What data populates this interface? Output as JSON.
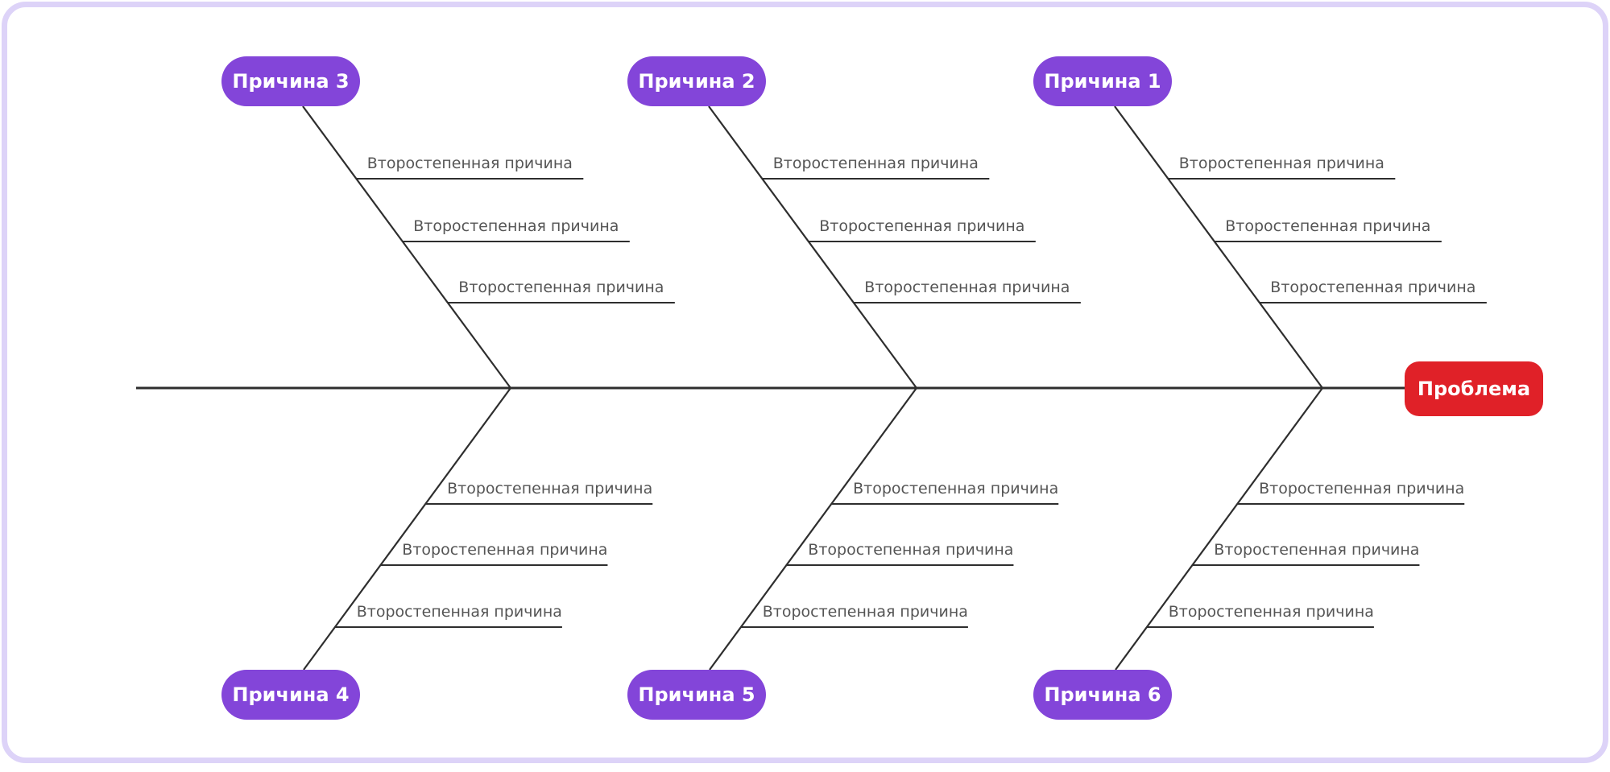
{
  "problem": {
    "label": "Проблема"
  },
  "branches": [
    {
      "label": "Причина 3",
      "row": "top",
      "col": 0,
      "sub_causes": [
        "Второстепенная причина",
        "Второстепенная причина",
        "Второстепенная причина"
      ]
    },
    {
      "label": "Причина 2",
      "row": "top",
      "col": 1,
      "sub_causes": [
        "Второстепенная причина",
        "Второстепенная причина",
        "Второстепенная причина"
      ]
    },
    {
      "label": "Причина 1",
      "row": "top",
      "col": 2,
      "sub_causes": [
        "Второстепенная причина",
        "Второстепенная причина",
        "Второстепенная причина"
      ]
    },
    {
      "label": "Причина 4",
      "row": "bottom",
      "col": 0,
      "sub_causes": [
        "Второстепенная причина",
        "Второстепенная причина",
        "Второстепенная причина"
      ]
    },
    {
      "label": "Причина 5",
      "row": "bottom",
      "col": 1,
      "sub_causes": [
        "Второстепенная причина",
        "Второстепенная причина",
        "Второстепенная причина"
      ]
    },
    {
      "label": "Причина 6",
      "row": "bottom",
      "col": 2,
      "sub_causes": [
        "Второстепенная причина",
        "Второстепенная причина",
        "Второстепенная причина"
      ]
    }
  ],
  "colors": {
    "cause_pill": "#8345d9",
    "problem_box": "#e02128",
    "line": "#2e2e2e",
    "secondary_label": "#555555",
    "canvas_border": "#ddd3f8",
    "canvas_background": "#ffffff"
  }
}
